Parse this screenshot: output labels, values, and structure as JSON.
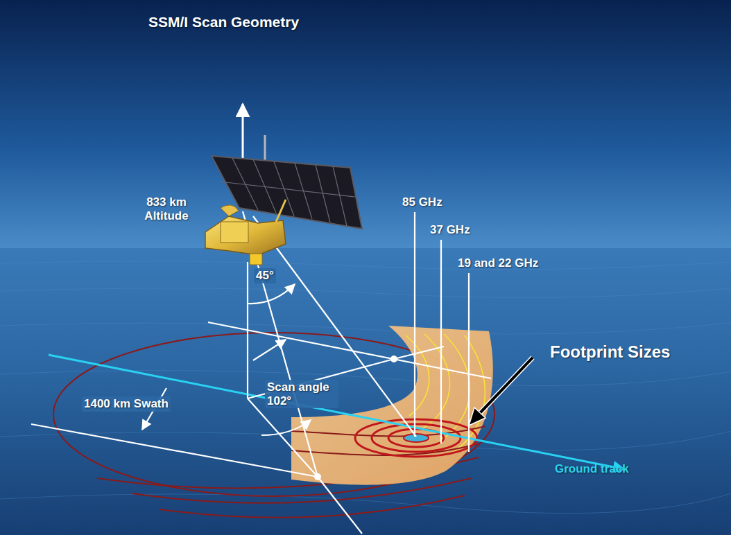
{
  "diagram": {
    "title": "SSM/I Scan Geometry",
    "labels": [
      "833 km Altitude",
      "45°",
      "85 GHz",
      "37 GHz",
      "19 and 22 GHz",
      "Footprint Sizes",
      "1400 km Swath",
      "Scan angle 102°",
      "Ground track"
    ]
  }
}
